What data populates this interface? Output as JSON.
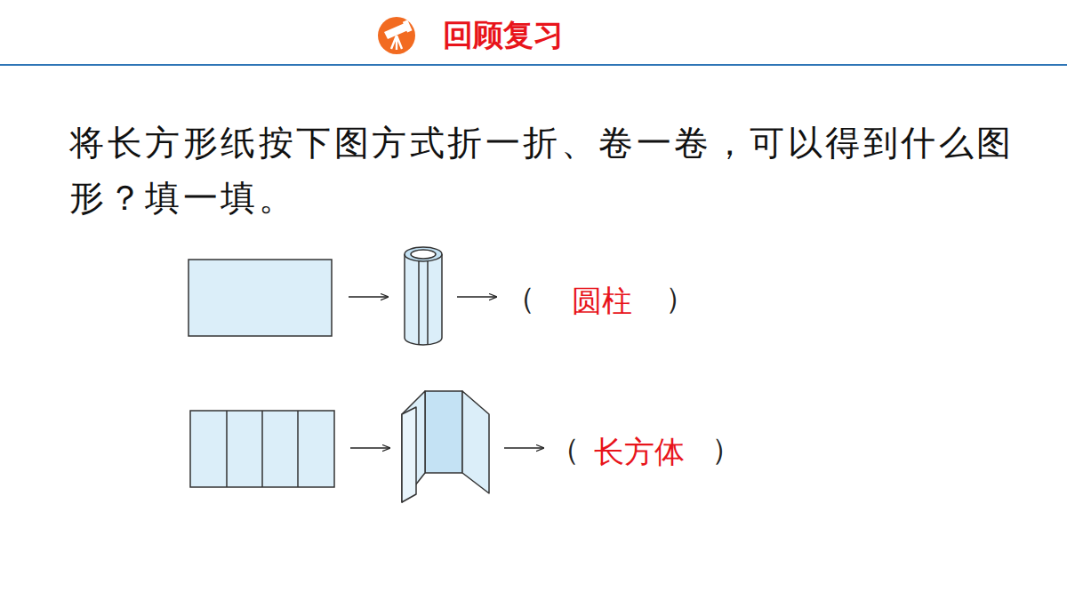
{
  "diagram": {
    "title": "回顾复习",
    "labels": [
      "将长方形纸按下图方式折一折、卷一卷，可以得到什么图形？填一填。",
      "（",
      "圆柱",
      "）",
      "（",
      "长方体",
      "）"
    ]
  }
}
